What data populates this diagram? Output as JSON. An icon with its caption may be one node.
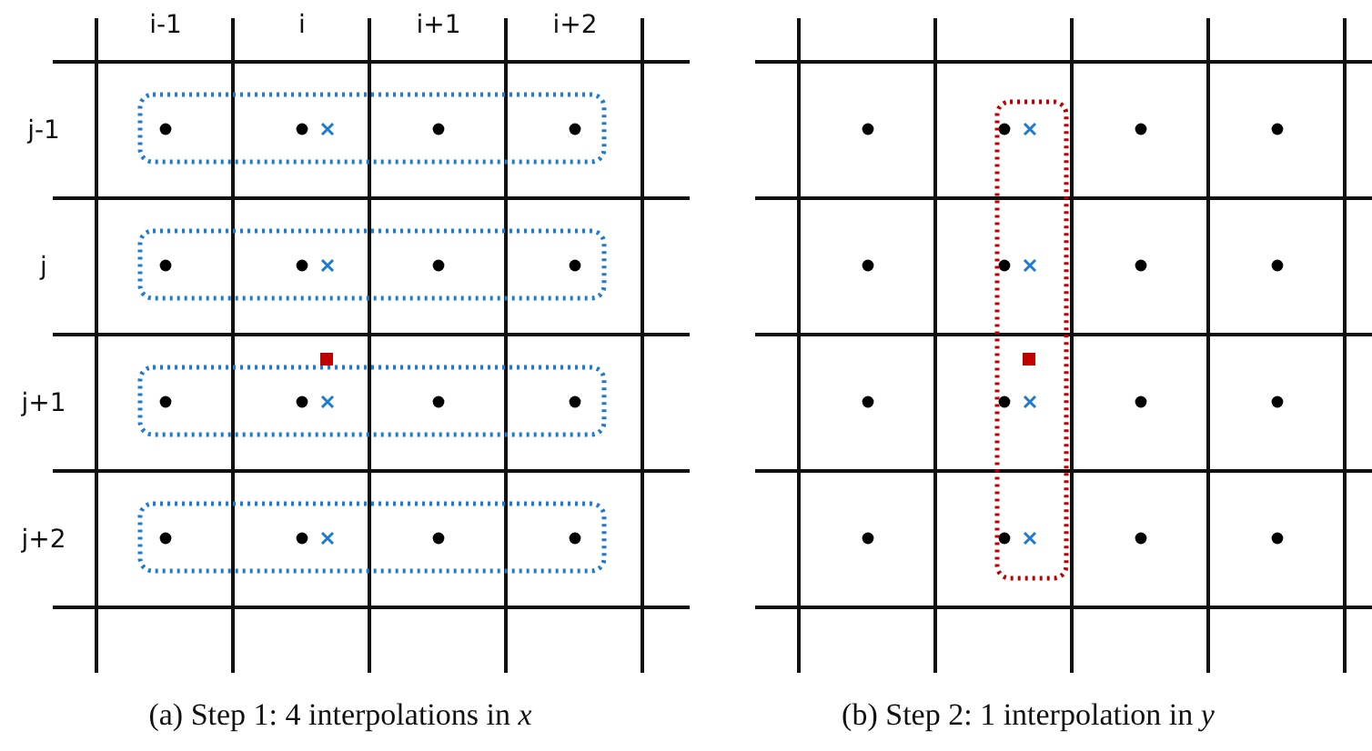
{
  "diagram": {
    "labels": [
      "i-1",
      "i",
      "i+1",
      "i+2",
      "j-1",
      "j",
      "j+1",
      "j+2",
      "(a) Step 1: 4 interpolations in *x*",
      "(b) Step 2: 1 interpolation in *y*"
    ]
  }
}
